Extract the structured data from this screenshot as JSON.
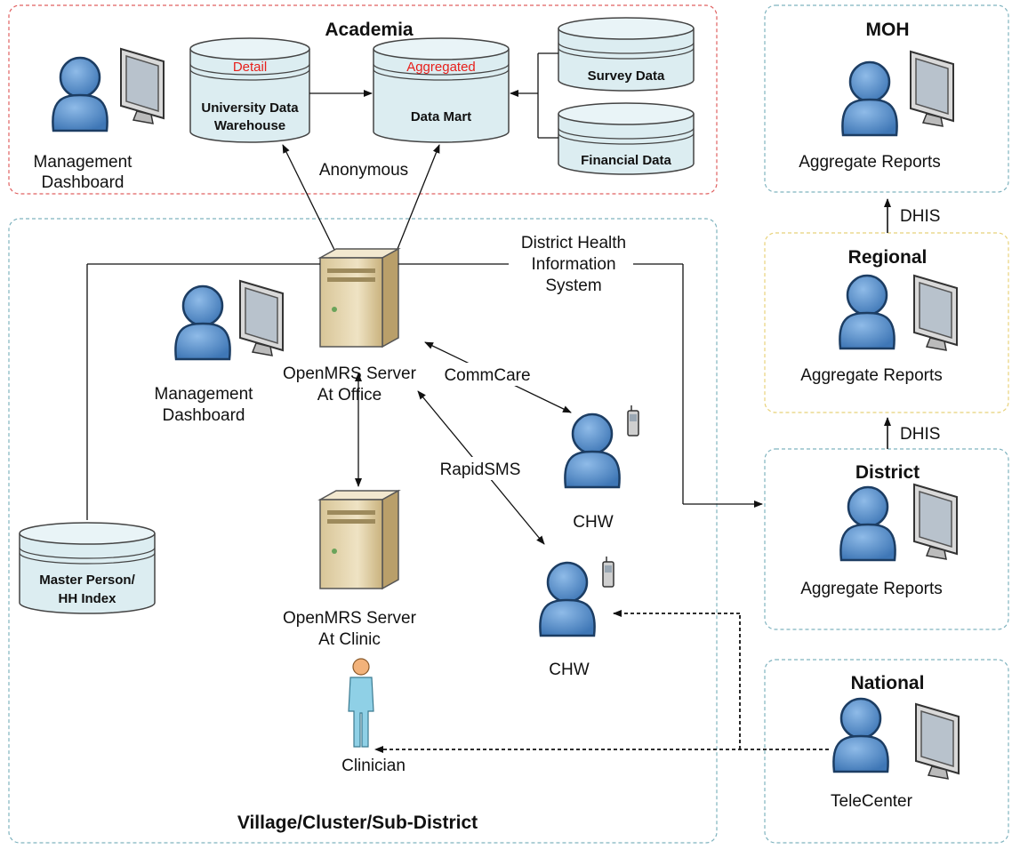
{
  "regions": {
    "academia": "Academia",
    "village": "Village/Cluster/Sub-District",
    "moh": "MOH",
    "regional": "Regional",
    "district": "District",
    "national": "National"
  },
  "datastores": {
    "warehouse": {
      "tag": "Detail",
      "line1": "University Data",
      "line2": "Warehouse"
    },
    "datamart": {
      "tag": "Aggregated",
      "line1": "Data Mart"
    },
    "survey": {
      "line1": "Survey Data"
    },
    "financial": {
      "line1": "Financial Data"
    },
    "mpi": {
      "line1": "Master Person/",
      "line2": "HH Index"
    }
  },
  "labels": {
    "academia_user_1": "Management",
    "academia_user_2": "Dashboard",
    "anonymous": "Anonymous",
    "dhis_1": "District Health",
    "dhis_2": "Information",
    "dhis_3": "System",
    "mgmt_1": "Management",
    "mgmt_2": "Dashboard",
    "office_1": "OpenMRS Server",
    "office_2": "At Office",
    "clinic_1": "OpenMRS Server",
    "clinic_2": "At Clinic",
    "commcare": "CommCare",
    "rapidsms": "RapidSMS",
    "chw_1": "CHW",
    "chw_2": "CHW",
    "clinician": "Clinician",
    "moh_reports": "Aggregate Reports",
    "regional_reports": "Aggregate Reports",
    "district_reports": "Aggregate Reports",
    "telecenter": "TeleCenter",
    "dhis_arrow_1": "DHIS",
    "dhis_arrow_2": "DHIS"
  },
  "colors": {
    "academia_border": "#e06060",
    "village_border": "#7fb3bf",
    "moh_border": "#7fb3bf",
    "regional_border": "#e8d27a",
    "person_fill": "#4f88c6",
    "cylinder_fill": "#dcedf1",
    "server_fill": "#e6d6b0",
    "tag_text": "#e8201c"
  },
  "icons": [
    "person-icon",
    "monitor-icon",
    "server-icon",
    "cylinder-icon",
    "phone-icon",
    "clinician-icon"
  ]
}
